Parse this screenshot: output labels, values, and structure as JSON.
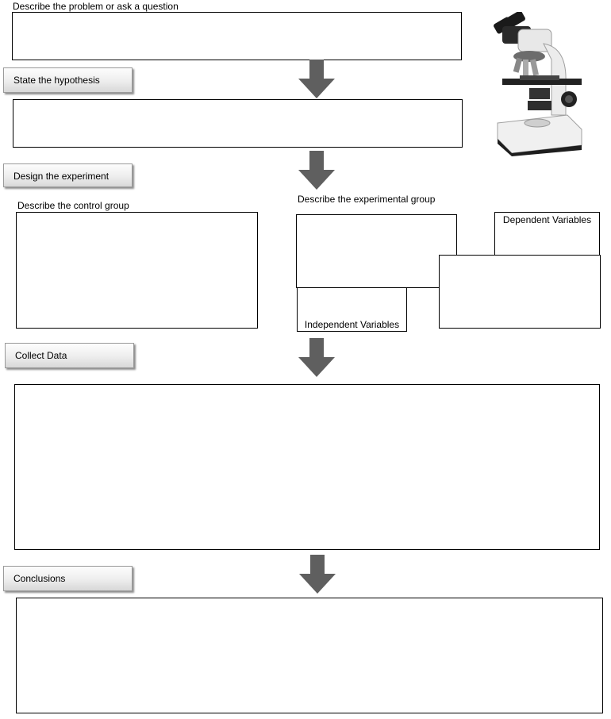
{
  "steps": {
    "problem_label": "Describe the problem or ask a question",
    "hypothesis_button": "State the hypothesis",
    "design_button": "Design the experiment",
    "control_label": "Describe the control group",
    "experimental_label": "Describe the experimental group",
    "dependent_label": "Dependent Variables",
    "independent_label": "Independent Variables",
    "collect_button": "Collect Data",
    "conclusions_button": "Conclusions"
  },
  "icons": {
    "arrow": "down-arrow-icon",
    "image": "microscope-icon"
  },
  "colors": {
    "arrow": "#5f5f5f",
    "button_border": "#9a9a9a"
  }
}
